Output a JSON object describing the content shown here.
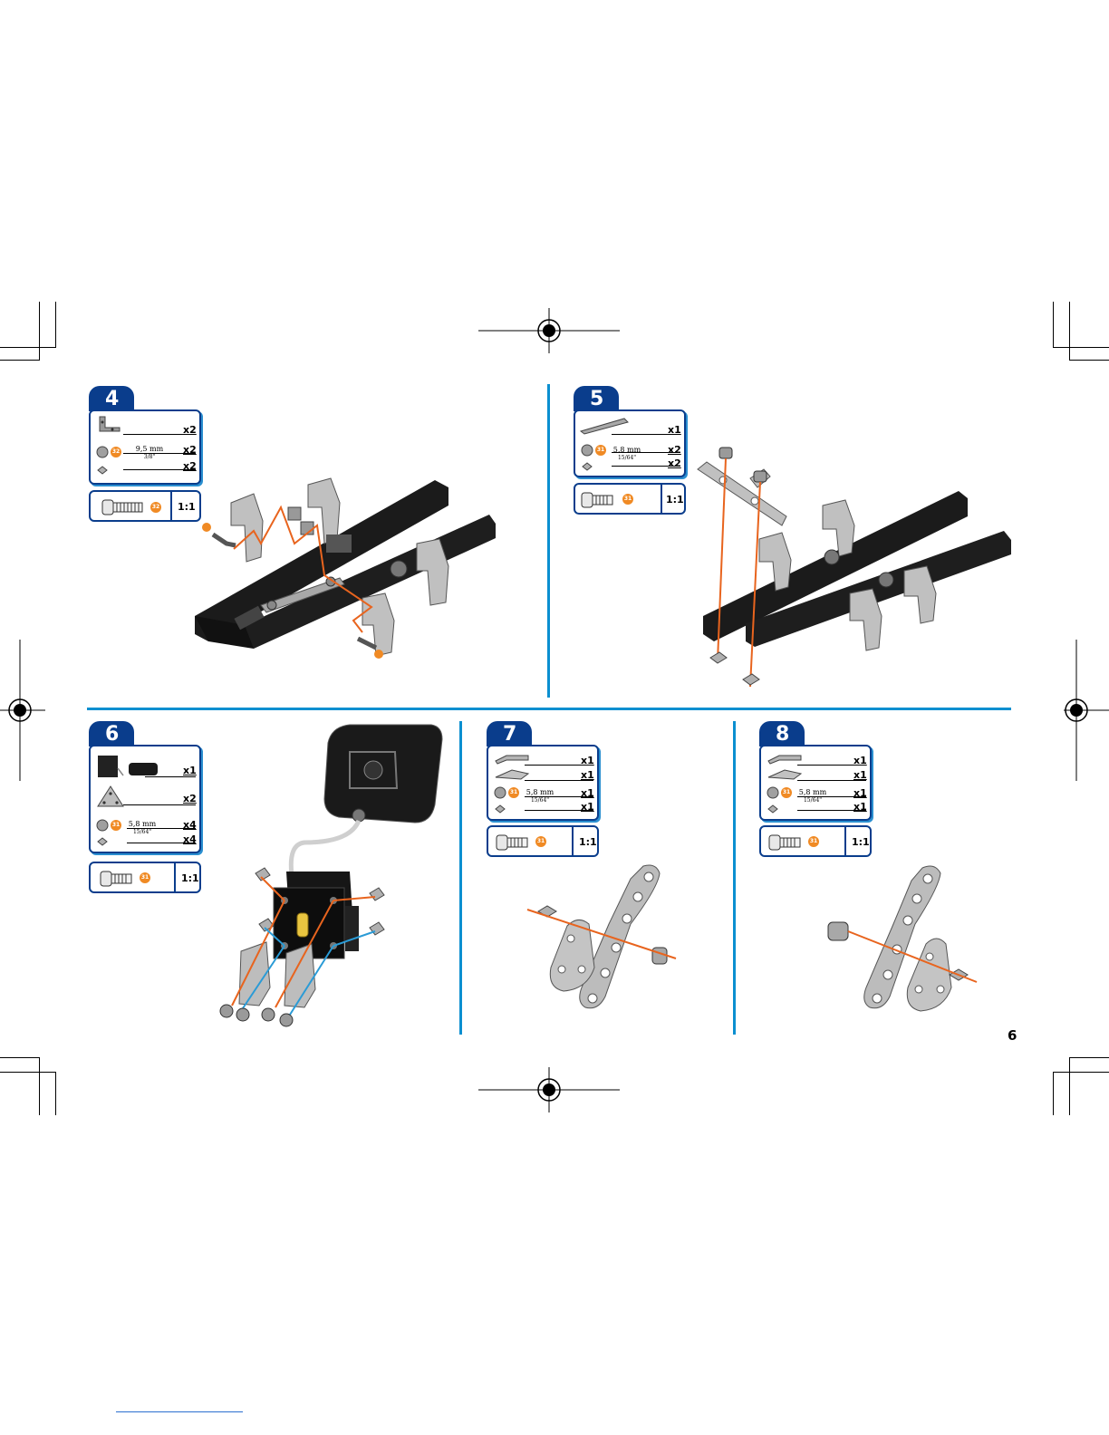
{
  "page_number": "6",
  "accent_color": "#0b8fd0",
  "tab_color": "#0a3d8c",
  "screw_badge_color": "#f08a24",
  "steps": [
    {
      "number": "4",
      "quantities": [
        "x2",
        "x2",
        "x2"
      ],
      "screw_length": "9,5 mm",
      "screw_length_imperial": "3/8\"",
      "screw_code": "32",
      "scale": "1:1"
    },
    {
      "number": "5",
      "quantities": [
        "x1",
        "x2",
        "x2"
      ],
      "screw_length": "5,8 mm",
      "screw_length_imperial": "15/64\"",
      "screw_code": "31",
      "scale": "1:1"
    },
    {
      "number": "6",
      "quantities": [
        "x1",
        "x2",
        "x4",
        "x4"
      ],
      "screw_length": "5,8 mm",
      "screw_length_imperial": "15/64\"",
      "screw_code": "31",
      "scale": "1:1"
    },
    {
      "number": "7",
      "quantities": [
        "x1",
        "x1",
        "x1",
        "x1"
      ],
      "screw_length": "5,8 mm",
      "screw_length_imperial": "15/64\"",
      "screw_code": "31",
      "scale": "1:1"
    },
    {
      "number": "8",
      "quantities": [
        "x1",
        "x1",
        "x1",
        "x1"
      ],
      "screw_length": "5,8 mm",
      "screw_length_imperial": "15/64\"",
      "screw_code": "31",
      "scale": "1:1"
    }
  ]
}
